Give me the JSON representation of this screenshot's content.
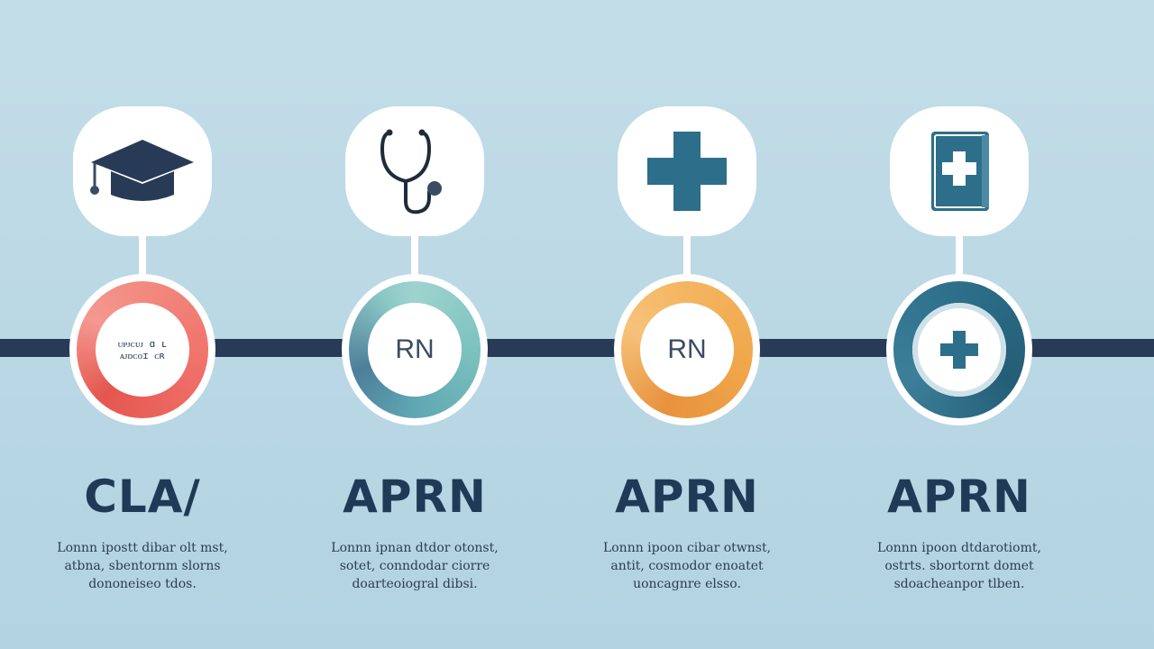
{
  "colors": {
    "background": "#bcd9e4",
    "timeline": "#283b56",
    "title": "#1f3a56",
    "stage_1": "#ef6e67",
    "stage_2": "#7cc2bf",
    "stage_3": "#f0a64a",
    "stage_4": "#2d6f8a"
  },
  "stages": [
    {
      "icon": "graduation-cap-icon",
      "ring_label": "ᴜᴘᴊᴄᴜᴊ ɑ ʟ\nᴀᴊᴅᴄᴏɪ ᴄʀ",
      "title": "CLA/",
      "desc_lines": [
        "Lonnn ipostt dibar olt mst,",
        "atbna, sbentornm slorns",
        "dononeiseo tdos."
      ]
    },
    {
      "icon": "stethoscope-icon",
      "ring_label": "RN",
      "title": "APRN",
      "desc_lines": [
        "Lonnn ipnan dtdor otonst,",
        "sotet, conndodar ciorre",
        "doarteoiogral dibsi."
      ]
    },
    {
      "icon": "medical-cross-icon",
      "ring_label": "RN",
      "title": "APRN",
      "desc_lines": [
        "Lonnn ipoon cibar otwnst,",
        "antit, cosmodor enoatet",
        "uoncagnre elsso."
      ]
    },
    {
      "icon": "medical-book-icon",
      "ring_label": "",
      "title": "APRN",
      "desc_lines": [
        "Lonnn ipoon dtdarotiomt,",
        "ostrts. sbortornt domet",
        "sdoacheanpor tlben."
      ]
    }
  ]
}
